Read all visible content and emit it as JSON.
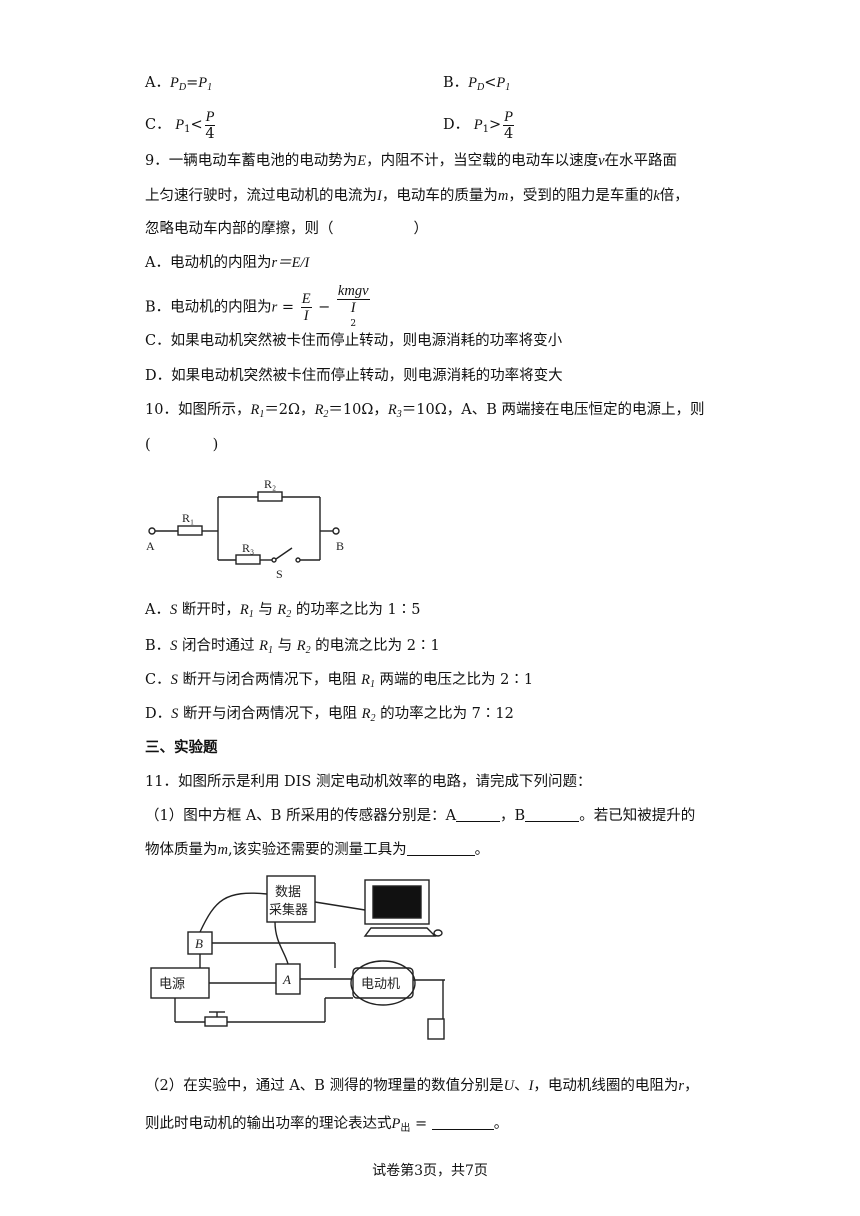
{
  "q8_options": {
    "A_prefix": "A．",
    "A_P": "P",
    "A_D": "D",
    "A_eq": "=",
    "A_P2": "P",
    "A_1": "1",
    "B_prefix": "B．",
    "B_P": "P",
    "B_D": "D",
    "B_lt": "<",
    "B_P2": "P",
    "B_1": "1",
    "C_prefix": "C．",
    "C_P1": "P",
    "C_1": "1",
    "C_lt": "<",
    "C_num": "P",
    "C_den": "4",
    "D_prefix": "D．",
    "D_P1": "P",
    "D_1": "1",
    "D_gt": ">",
    "D_num": "P",
    "D_den": "4"
  },
  "q9": {
    "line1": "9．一辆电动车蓄电池的电动势为",
    "E": "E",
    "line1b": "，内阻不计，当空载的电动车以速度",
    "v": "v",
    "line1c": "在水平路面",
    "line2a": "上匀速行驶时，流过电动机的电流为",
    "I": "I",
    "line2b": "，电动车的质量为",
    "m": "m",
    "line2c": "，受到的阻力是车重的",
    "k": "k",
    "line2d": "倍，",
    "line3": "忽略电动车内部的摩擦，则（",
    "line3_close": "）",
    "optA_prefix": "A．电动机的内阻为",
    "optA_formula": "r＝E/I",
    "optB_prefix": "B．电动机的内阻为",
    "optB_r": "r",
    "optB_eq": "=",
    "optB_num1": "E",
    "optB_den1": "I",
    "optB_minus": "−",
    "optB_num2": "kmgv",
    "optB_den2": "I",
    "optB_den2_sup": "2",
    "optC": "C．如果电动机突然被卡住而停止转动，则电源消耗的功率将变小",
    "optD": "D．如果电动机突然被卡住而停止转动，则电源消耗的功率将变大"
  },
  "q10": {
    "line1a": "10．如图所示，",
    "R1": "R",
    "R1_sub": "1",
    "v1": "＝2Ω，",
    "R2": "R",
    "R2_sub": "2",
    "v2": "＝10Ω，",
    "R3": "R",
    "R3_sub": "3",
    "v3": "＝10Ω，A、B 两端接在电压恒定的电源上，则",
    "line2_open": "(",
    "line2_close": ")",
    "circuit": {
      "label_A": "A",
      "label_B": "B",
      "label_R1": "R₁",
      "label_R2": "R₂",
      "label_R3": "R₃",
      "label_S": "S"
    },
    "optA_prefix": "A．",
    "optA_S": "S",
    "optA_text1": "断开时，",
    "optA_R1": "R",
    "optA_R1s": "1",
    "optA_text2": "与",
    "optA_R2": "R",
    "optA_R2s": "2",
    "optA_text3": "的功率之比为 1∶5",
    "optB_prefix": "B．",
    "optB_S": "S",
    "optB_text1": "闭合时通过",
    "optB_R1": "R",
    "optB_R1s": "1",
    "optB_text2": "与",
    "optB_R2": "R",
    "optB_R2s": "2",
    "optB_text3": "的电流之比为 2∶1",
    "optC_prefix": "C．",
    "optC_S": "S",
    "optC_text1": "断开与闭合两情况下，电阻",
    "optC_R1": "R",
    "optC_R1s": "1",
    "optC_text2": "两端的电压之比为 2∶1",
    "optD_prefix": "D．",
    "optD_S": "S",
    "optD_text1": "断开与闭合两情况下，电阻",
    "optD_R2": "R",
    "optD_R2s": "2",
    "optD_text2": "的功率之比为 7∶12"
  },
  "section3": {
    "heading": "三、实验题"
  },
  "q11": {
    "line1": "11．如图所示是利用 DIS 测定电动机效率的电路，请完成下列问题：",
    "p1_a": "（1）图中方框 A、B 所采用的传感器分别是：A",
    "p1_b": "，B",
    "p1_c": "。若已知被提升的",
    "p1_line2a": "物体质量为",
    "p1_m": "m",
    "p1_line2b": ",该实验还需要的测量工具为",
    "p1_line2c": "。",
    "diagram": {
      "data_collector_line1": "数据",
      "data_collector_line2": "采集器",
      "label_B": "B",
      "label_A": "A",
      "power_source": "电源",
      "motor": "电动机"
    },
    "p2_a": "（2）在实验中，通过 A、B 测得的物理量的数值分别是",
    "p2_U": "U",
    "p2_sep": "、",
    "p2_I": "I",
    "p2_b": "，电动机线圈的电阻为",
    "p2_r": "r",
    "p2_c": "，",
    "p2_line2a": "则此时电动机的输出功率的理论表达式",
    "p2_P": "P",
    "p2_Psub": "出",
    "p2_eq": " = ",
    "p2_end": "。"
  },
  "footer": {
    "text": "试卷第3页，共7页"
  }
}
